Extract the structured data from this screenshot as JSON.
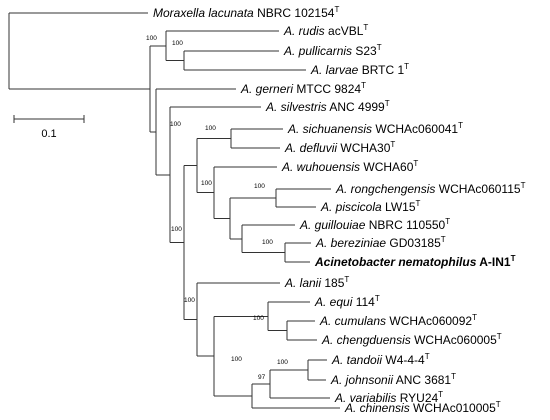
{
  "taxa": [
    {
      "id": "mlac",
      "species": "Moraxella lacunata",
      "strain": "NBRC 102154",
      "sup": "T",
      "bold": false
    },
    {
      "id": "arud",
      "species": "A. rudis",
      "strain": "acVBL",
      "sup": "T",
      "bold": false
    },
    {
      "id": "apul",
      "species": "A. pullicarnis",
      "strain": "S23",
      "sup": "T",
      "bold": false
    },
    {
      "id": "alar",
      "species": "A. larvae",
      "strain": "BRTC 1",
      "sup": "T",
      "bold": false
    },
    {
      "id": "ager",
      "species": "A. gerneri",
      "strain": "MTCC 9824",
      "sup": "T",
      "bold": false
    },
    {
      "id": "asil",
      "species": "A. silvestris",
      "strain": "ANC 4999",
      "sup": "T",
      "bold": false
    },
    {
      "id": "asic",
      "species": "A. sichuanensis",
      "strain": "WCHAc060041",
      "sup": "T",
      "bold": false
    },
    {
      "id": "adef",
      "species": "A. defluvii",
      "strain": "WCHA30",
      "sup": "T",
      "bold": false
    },
    {
      "id": "awuh",
      "species": "A. wuhouensis",
      "strain": "WCHA60",
      "sup": "T",
      "bold": false
    },
    {
      "id": "aron",
      "species": "A. rongchengensis",
      "strain": "WCHAc060115",
      "sup": "T",
      "bold": false
    },
    {
      "id": "apis",
      "species": "A. piscicola",
      "strain": "LW15",
      "sup": "T",
      "bold": false
    },
    {
      "id": "agui",
      "species": "A. guillouiae",
      "strain": "NBRC 110550",
      "sup": "T",
      "bold": false
    },
    {
      "id": "aber",
      "species": "A. bereziniae",
      "strain": "GD03185",
      "sup": "T",
      "bold": false
    },
    {
      "id": "anem",
      "species": "Acinetobacter nematophilus",
      "strain": "A-IN1",
      "sup": "T",
      "bold": true
    },
    {
      "id": "alan",
      "species": "A. lanii",
      "strain": "185",
      "sup": "T",
      "bold": false
    },
    {
      "id": "aequ",
      "species": "A. equi",
      "strain": "114",
      "sup": "T",
      "bold": false
    },
    {
      "id": "acum",
      "species": "A. cumulans",
      "strain": "WCHAc060092",
      "sup": "T",
      "bold": false
    },
    {
      "id": "ache",
      "species": "A. chengduensis",
      "strain": "WCHAc060005",
      "sup": "T",
      "bold": false
    },
    {
      "id": "atan",
      "species": "A. tandoii",
      "strain": "W4-4-4",
      "sup": "T",
      "bold": false
    },
    {
      "id": "ajoh",
      "species": "A. johnsonii",
      "strain": "ANC 3681",
      "sup": "T",
      "bold": false
    },
    {
      "id": "avar",
      "species": "A. variabilis",
      "strain": "RYU24",
      "sup": "T",
      "bold": false
    },
    {
      "id": "achi",
      "species": "A. chinensis",
      "strain": "WCHAc010005",
      "sup": "T",
      "bold": false
    }
  ],
  "bootstrap": [
    {
      "node": "n_rud_pul_lar",
      "value": "100"
    },
    {
      "node": "n_pul_lar",
      "value": "100"
    },
    {
      "node": "n_sil_rest",
      "value": "100"
    },
    {
      "node": "n_sic_def",
      "value": "100"
    },
    {
      "node": "n_gui_clade",
      "value": "100"
    },
    {
      "node": "n_ron_pis",
      "value": "100"
    },
    {
      "node": "n_ber_nem",
      "value": "100"
    },
    {
      "node": "n_core",
      "value": "100"
    },
    {
      "node": "n_lanii_clade",
      "value": "100"
    },
    {
      "node": "n_cum_che",
      "value": "100"
    },
    {
      "node": "n_tan_chi",
      "value": "100"
    },
    {
      "node": "n_tan_joh",
      "value": "100"
    },
    {
      "node": "n_tan_var",
      "value": "97"
    }
  ],
  "scale_bar": {
    "label": "0.1"
  }
}
